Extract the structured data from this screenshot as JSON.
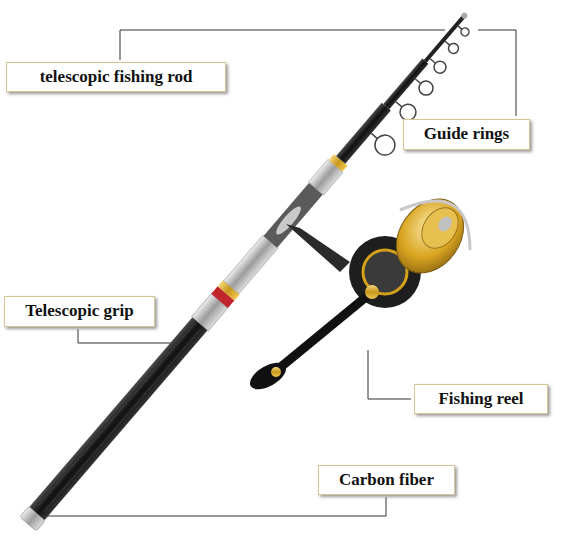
{
  "diagram": {
    "nodes": [
      {
        "text": [
          "telescopic fishing rod"
        ]
      },
      {
        "text": [
          "Guide rings"
        ]
      },
      {
        "text": [
          "Telescopic grip"
        ]
      },
      {
        "text": [
          "Fishing reel"
        ]
      },
      {
        "text": [
          "Carbon fiber"
        ]
      }
    ]
  }
}
